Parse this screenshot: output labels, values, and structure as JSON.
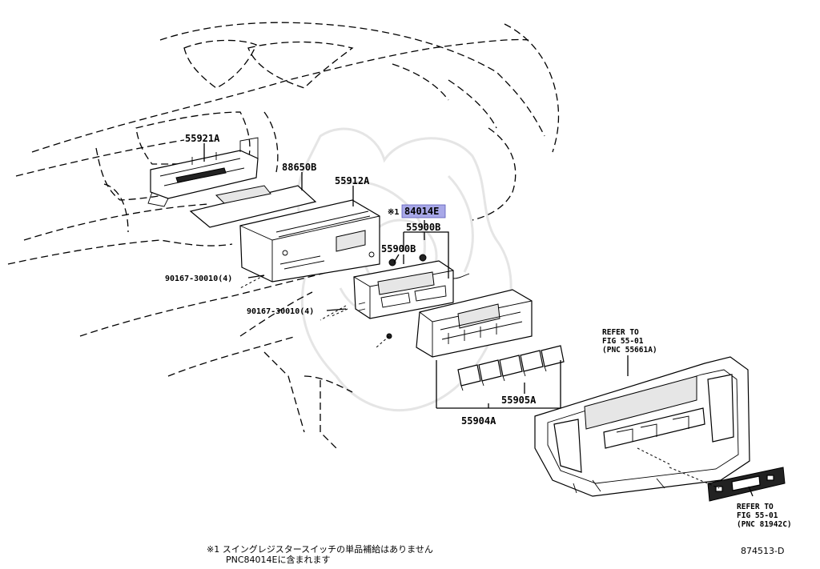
{
  "labels": {
    "p55921A": "55921A",
    "p88650B": "88650B",
    "p55912A": "55912A",
    "star1": "※1",
    "p84014E": "84014E",
    "p55900B_top": "55900B",
    "p55900B_left": "55900B",
    "p90167_upper": "90167-30010(4)",
    "p90167_lower": "90167-30010(4)",
    "p55905A": "55905A",
    "p55904A": "55904A"
  },
  "refs": {
    "ref1_line1": "REFER TO",
    "ref1_line2": "FIG 55-01",
    "ref1_line3": "(PNC 55661A)",
    "ref2_line1": "REFER TO",
    "ref2_line2": "FIG 55-01",
    "ref2_line3": "(PNC 81942C)"
  },
  "footnote": {
    "line1": "※1 スイングレジスタースイッチの単品補給はありません",
    "line2": "PNC84014Eに含まれます"
  },
  "diagram_id": "874513-D",
  "colors": {
    "highlight": "#a8a8e8",
    "ink": "#000000"
  }
}
